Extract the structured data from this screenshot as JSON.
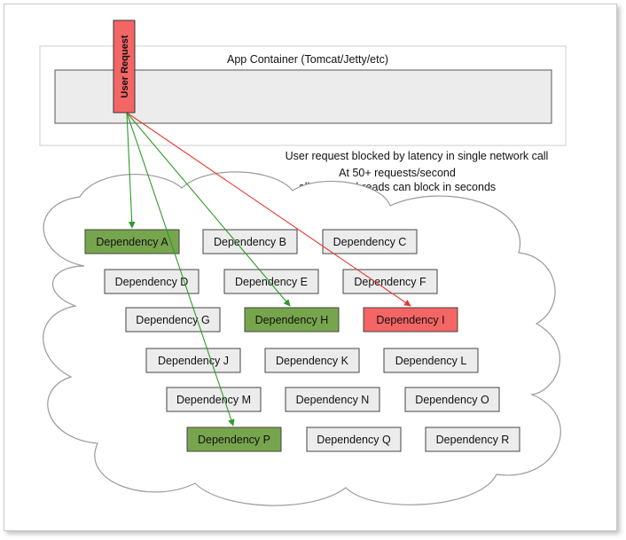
{
  "app_container": {
    "label": "App Container (Tomcat/Jetty/etc)"
  },
  "user_request": {
    "label": "User Request"
  },
  "notes": {
    "line1": "User request blocked by latency in single network call",
    "line2": "At 50+ requests/second",
    "line3": "all request threads can block in seconds"
  },
  "dependencies": [
    {
      "label": "Dependency A",
      "state": "ok"
    },
    {
      "label": "Dependency B",
      "state": "idle"
    },
    {
      "label": "Dependency C",
      "state": "idle"
    },
    {
      "label": "Dependency D",
      "state": "idle"
    },
    {
      "label": "Dependency E",
      "state": "idle"
    },
    {
      "label": "Dependency F",
      "state": "idle"
    },
    {
      "label": "Dependency G",
      "state": "idle"
    },
    {
      "label": "Dependency H",
      "state": "ok"
    },
    {
      "label": "Dependency I",
      "state": "blocked"
    },
    {
      "label": "Dependency J",
      "state": "idle"
    },
    {
      "label": "Dependency K",
      "state": "idle"
    },
    {
      "label": "Dependency L",
      "state": "idle"
    },
    {
      "label": "Dependency M",
      "state": "idle"
    },
    {
      "label": "Dependency N",
      "state": "idle"
    },
    {
      "label": "Dependency O",
      "state": "idle"
    },
    {
      "label": "Dependency P",
      "state": "ok"
    },
    {
      "label": "Dependency Q",
      "state": "idle"
    },
    {
      "label": "Dependency R",
      "state": "idle"
    }
  ],
  "connections": [
    {
      "to": "Dependency A",
      "state": "ok"
    },
    {
      "to": "Dependency P",
      "state": "ok"
    },
    {
      "to": "Dependency H",
      "state": "ok"
    },
    {
      "to": "Dependency I",
      "state": "blocked"
    }
  ],
  "colors": {
    "ok_fill": "#77a54d",
    "ok_arrow": "#2e9b26",
    "blocked_fill": "#f46565",
    "blocked_arrow": "#e8392e",
    "idle_fill": "#ececec",
    "container_fill": "#ececec",
    "cloud_fill": "#ffffff",
    "cloud_stroke": "#9a9a9a"
  }
}
